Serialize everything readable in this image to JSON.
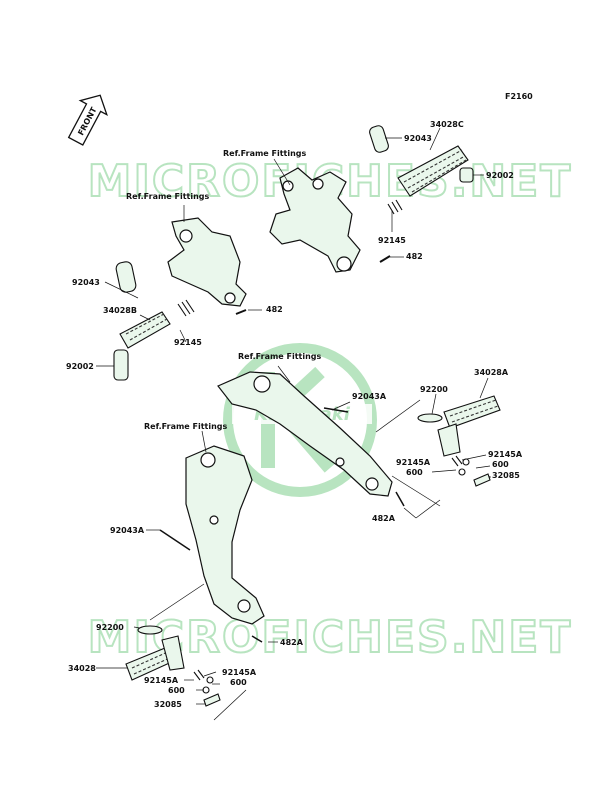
{
  "figure_code": "F2160",
  "front_arrow_label": "FRONT",
  "watermark": {
    "text": "MICROFICHES.NET",
    "logo_text": "Kawasaki",
    "color": "#7fcf8e"
  },
  "colors": {
    "line": "#111111",
    "part_fill": "#eaf7ec",
    "label": "#111111",
    "background": "#ffffff"
  },
  "ref_labels": {
    "frame_right_top": "Ref.Frame Fittings",
    "frame_left_top": "Ref.Frame Fittings",
    "frame_right_bottom": "Ref.Frame Fittings",
    "frame_left_bottom": "Ref.Frame Fittings"
  },
  "parts": {
    "p92043_tr": "92043",
    "p34028C": "34028C",
    "p92002_tr": "92002",
    "p92145_tr": "92145",
    "p482_tr": "482",
    "p92043_tl": "92043",
    "p34028B": "34028B",
    "p92145_tl": "92145",
    "p482_tl": "482",
    "p92002_tl": "92002",
    "p92043A_r": "92043A",
    "p92200_r": "92200",
    "p34028A": "34028A",
    "p92145A_r1": "92145A",
    "p92145A_r2": "92145A",
    "p600_r1": "600",
    "p600_r2": "600",
    "p32085_r": "32085",
    "p482A_r": "482A",
    "p92043A_l": "92043A",
    "p482A_l": "482A",
    "p92200_l": "92200",
    "p34028": "34028",
    "p92145A_l1": "92145A",
    "p92145A_l2": "92145A",
    "p600_l1": "600",
    "p600_l2": "600",
    "p32085_l": "32085"
  }
}
